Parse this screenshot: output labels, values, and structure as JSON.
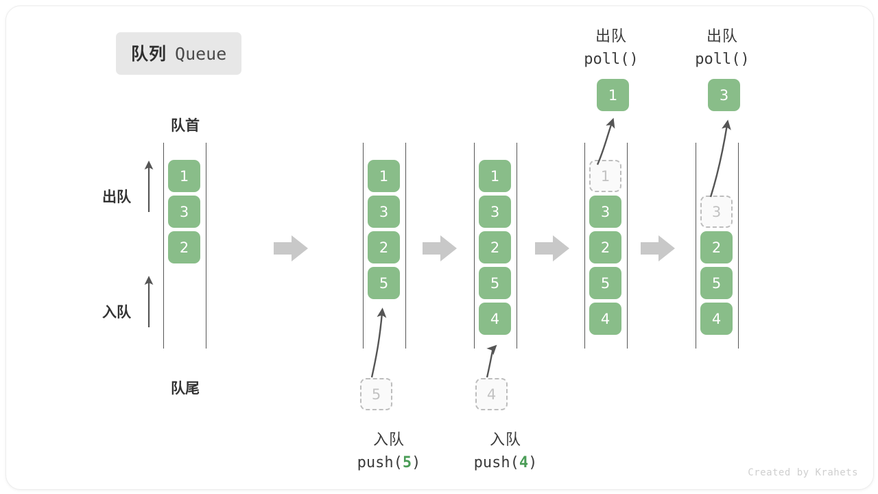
{
  "title": {
    "cn": "队列",
    "en": "Queue"
  },
  "labels": {
    "front": "队首",
    "rear": "队尾",
    "dequeue_side": "出队",
    "enqueue_side": "入队"
  },
  "credit": "Created by Krahets",
  "colors": {
    "cell_fill": "#89bd89",
    "cell_text": "#ffffff",
    "ghost_fill": "#fafafa",
    "ghost_border": "#bdbdbd",
    "ghost_text": "#c2c2c2",
    "rail": "#555555",
    "step_arrow": "#c8c8c8",
    "curve_arrow": "#555555",
    "accent_number": "#4a9c56",
    "chip_bg": "#e7e7e7"
  },
  "chart_data": {
    "type": "diagram",
    "title": "队列 Queue",
    "description": "Queue operations: initial state, push(5), push(4), poll(), poll()",
    "stages": [
      {
        "id": "initial",
        "cells": [
          "1",
          "3",
          "2"
        ],
        "ghost_index": null,
        "popped": null,
        "op_cn": null,
        "op_code": null
      },
      {
        "id": "push-5",
        "cells": [
          "1",
          "3",
          "2",
          "5"
        ],
        "ghost_index": null,
        "popped": null,
        "op_cn": "入队",
        "op_code": "push(5)",
        "op_arg": "5",
        "incoming": "5"
      },
      {
        "id": "push-4",
        "cells": [
          "1",
          "3",
          "2",
          "5",
          "4"
        ],
        "ghost_index": null,
        "popped": null,
        "op_cn": "入队",
        "op_code": "push(4)",
        "op_arg": "4",
        "incoming": "4"
      },
      {
        "id": "poll-1",
        "cells": [
          "1",
          "3",
          "2",
          "5",
          "4"
        ],
        "ghost_index": 0,
        "popped": "1",
        "op_cn": "出队",
        "op_code": "poll()"
      },
      {
        "id": "poll-3",
        "cells": [
          "",
          "3",
          "2",
          "5",
          "4"
        ],
        "ghost_index": 1,
        "popped": "3",
        "op_cn": "出队",
        "op_code": "poll()"
      }
    ]
  },
  "stage_labels": {
    "push5_cn": "入队",
    "push5_code_pre": "push(",
    "push5_code_num": "5",
    "push5_code_post": ")",
    "push4_cn": "入队",
    "push4_code_pre": "push(",
    "push4_code_num": "4",
    "push4_code_post": ")",
    "poll1_cn": "出队",
    "poll1_code": "poll()",
    "poll2_cn": "出队",
    "poll2_code": "poll()"
  },
  "cells": {
    "c1": [
      "1",
      "3",
      "2"
    ],
    "c2": [
      "1",
      "3",
      "2",
      "5"
    ],
    "c3": [
      "1",
      "3",
      "2",
      "5",
      "4"
    ],
    "c4": [
      "3",
      "2",
      "5",
      "4"
    ],
    "c5": [
      "2",
      "5",
      "4"
    ]
  },
  "ghosts": {
    "incoming5": "5",
    "incoming4": "4",
    "leaving1": "1",
    "leaving3": "3"
  },
  "popped": {
    "p1": "1",
    "p2": "3"
  }
}
